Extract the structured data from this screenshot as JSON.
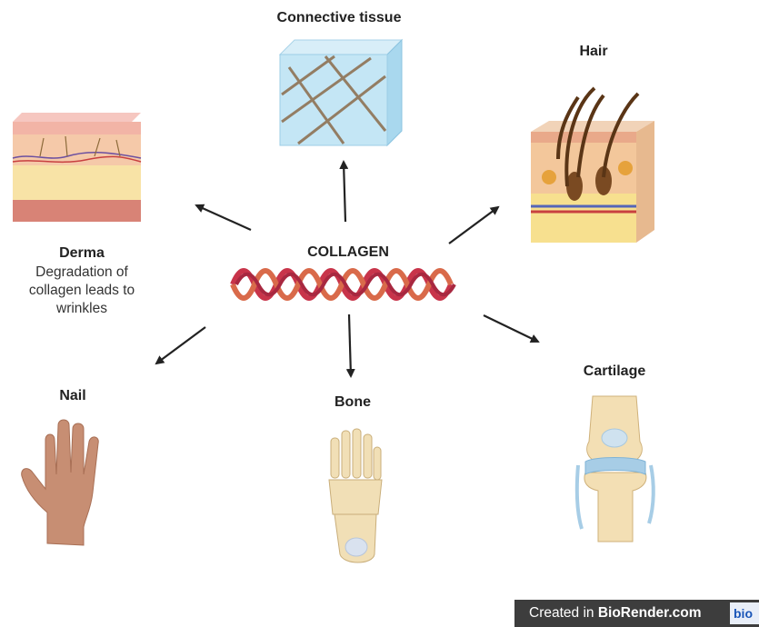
{
  "center": {
    "label": "COLLAGEN"
  },
  "nodes": {
    "connective": {
      "label": "Connective tissue"
    },
    "hair": {
      "label": "Hair"
    },
    "derma": {
      "label": "Derma",
      "description": [
        "Degradation of",
        "collagen leads to",
        "wrinkles"
      ]
    },
    "nail": {
      "label": "Nail"
    },
    "bone": {
      "label": "Bone"
    },
    "cartilage": {
      "label": "Cartilage"
    }
  },
  "watermark": {
    "prefix": "Created in",
    "brand": "BioRender.com",
    "logo": "bio"
  },
  "icons": [
    "collagen-helix-icon",
    "connective-tissue-cube-icon",
    "hair-follicle-skin-icon",
    "skin-layers-icon",
    "hand-icon",
    "foot-bones-icon",
    "knee-joint-icon"
  ]
}
